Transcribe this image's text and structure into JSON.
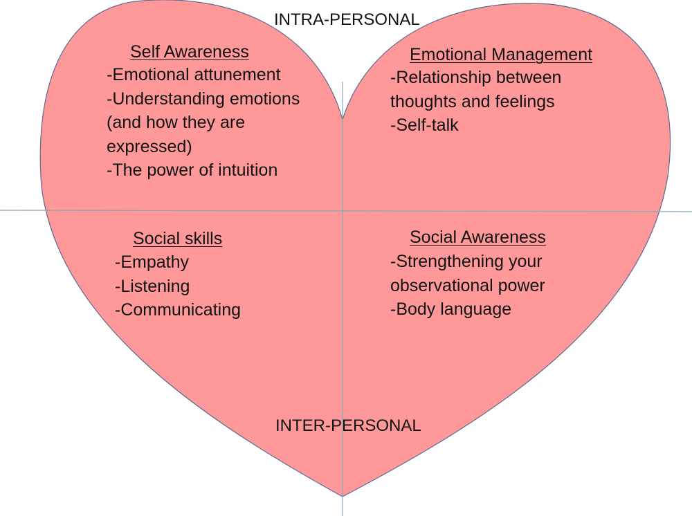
{
  "axes": {
    "top_label": "INTRA-PERSONAL",
    "bottom_label": "INTER-PERSONAL"
  },
  "quadrants": {
    "self_awareness": {
      "title": "Self Awareness",
      "lines": [
        "-Emotional attunement",
        "-Understanding emotions",
        "(and how they are",
        "expressed)",
        "-The power of intuition"
      ]
    },
    "emotional_management": {
      "title": "Emotional Management",
      "lines": [
        "-Relationship between",
        "thoughts and feelings",
        "-Self-talk"
      ]
    },
    "social_skills": {
      "title": "Social skills",
      "lines": [
        "-Empathy",
        "-Listening",
        "-Communicating"
      ]
    },
    "social_awareness": {
      "title": "Social Awareness",
      "lines": [
        "-Strengthening your",
        "observational power",
        "-Body language"
      ]
    }
  },
  "colors": {
    "heart_fill": "#ff9999",
    "heart_stroke": "#5b6a8f",
    "axis_line": "#8aa7b8",
    "text": "#111111"
  }
}
